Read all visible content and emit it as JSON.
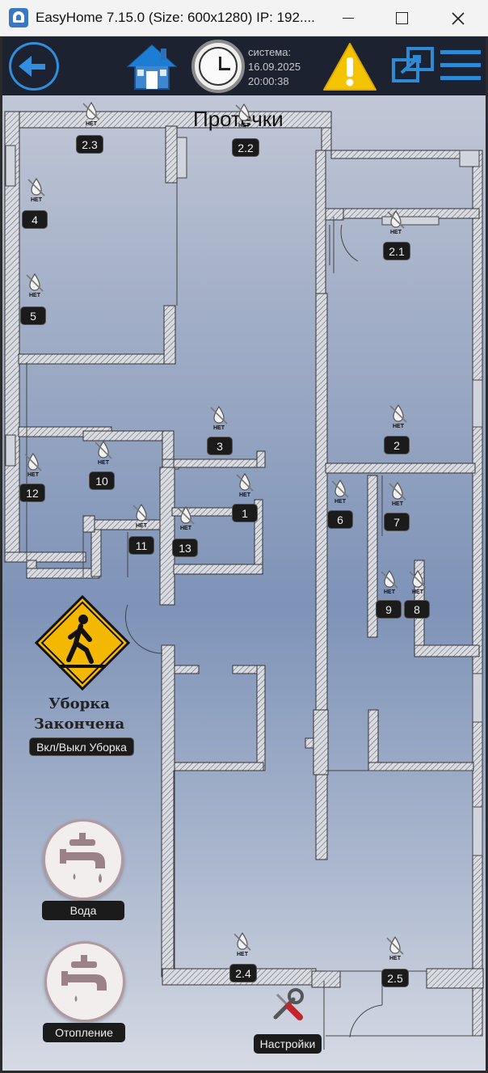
{
  "window": {
    "title": "EasyHome 7.15.0 (Size: 600x1280) IP: 192...."
  },
  "toolbar": {
    "system_label": "система:",
    "system_date": "16.09.2025",
    "system_time": "20:00:38"
  },
  "page_title": "Протечки",
  "sensor_status": "НЕТ",
  "sensors": [
    {
      "id": "2.3"
    },
    {
      "id": "2.2"
    },
    {
      "id": "4"
    },
    {
      "id": "2.1"
    },
    {
      "id": "5"
    },
    {
      "id": "3"
    },
    {
      "id": "2"
    },
    {
      "id": "12"
    },
    {
      "id": "10"
    },
    {
      "id": "1"
    },
    {
      "id": "6"
    },
    {
      "id": "7"
    },
    {
      "id": "11"
    },
    {
      "id": "13"
    },
    {
      "id": "9"
    },
    {
      "id": "8"
    },
    {
      "id": "2.4"
    },
    {
      "id": "2.5"
    }
  ],
  "uborka": {
    "line1": "Уборка",
    "line2": "Закончена",
    "button": "Вкл/Выкл Уборка"
  },
  "buttons": {
    "voda": "Вода",
    "heating": "Отопление",
    "settings": "Настройки"
  },
  "colors": {
    "toolbar_bg": "#1c2230",
    "accent_blue": "#2e8ad6",
    "warning_yellow": "#f4c400",
    "label_bg": "#1b1b1b"
  }
}
